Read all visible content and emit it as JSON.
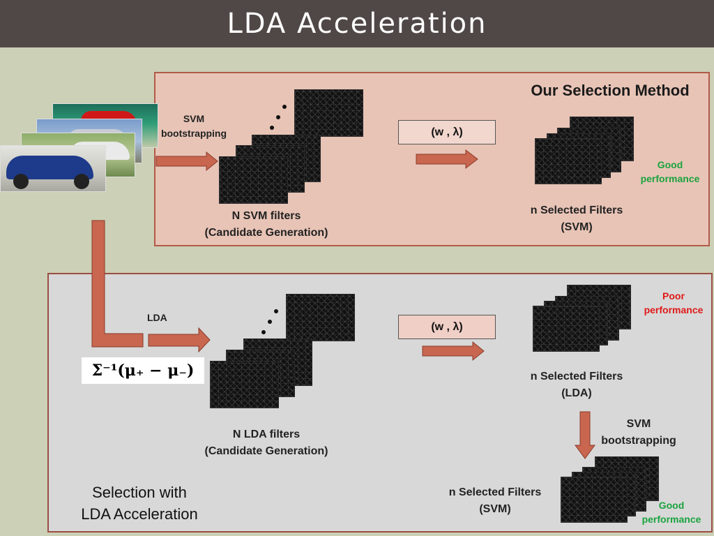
{
  "slide": {
    "title": "LDA Acceleration"
  },
  "top_panel": {
    "heading": "Our Selection Method",
    "svm_bootstrap_line1": "SVM",
    "svm_bootstrap_line2": "bootstrapping",
    "candidates_line1": "N SVM filters",
    "candidates_line2": "(Candidate Generation)",
    "box_label": "(w , λ)",
    "selected_line1": "n Selected Filters",
    "selected_line2": "(SVM)",
    "perf_line1": "Good",
    "perf_line2": "performance"
  },
  "bottom_panel": {
    "heading_line1": "Selection with",
    "heading_line2": "LDA Acceleration",
    "lda_label": "LDA",
    "formula": "Σ⁻¹(μ₊ − μ₋)",
    "candidates_line1": "N LDA filters",
    "candidates_line2": "(Candidate Generation)",
    "box_label": "(w , λ)",
    "lda_selected_line1": "n Selected Filters",
    "lda_selected_line2": "(LDA)",
    "poor_line1": "Poor",
    "poor_line2": "performance",
    "svm_bootstrap_line1": "SVM",
    "svm_bootstrap_line2": "bootstrapping",
    "svm_selected_line1": "n Selected Filters",
    "svm_selected_line2": "(SVM)",
    "good_line1": "Good",
    "good_line2": "performance"
  },
  "colors": {
    "title_bar": "#504846",
    "background": "#ccd0b6",
    "top_panel_fill": "#e8c4b6",
    "bottom_panel_fill": "#d8d8d8",
    "arrow_fill": "#c8664f",
    "good": "#1aa33e",
    "poor": "#e01818"
  }
}
